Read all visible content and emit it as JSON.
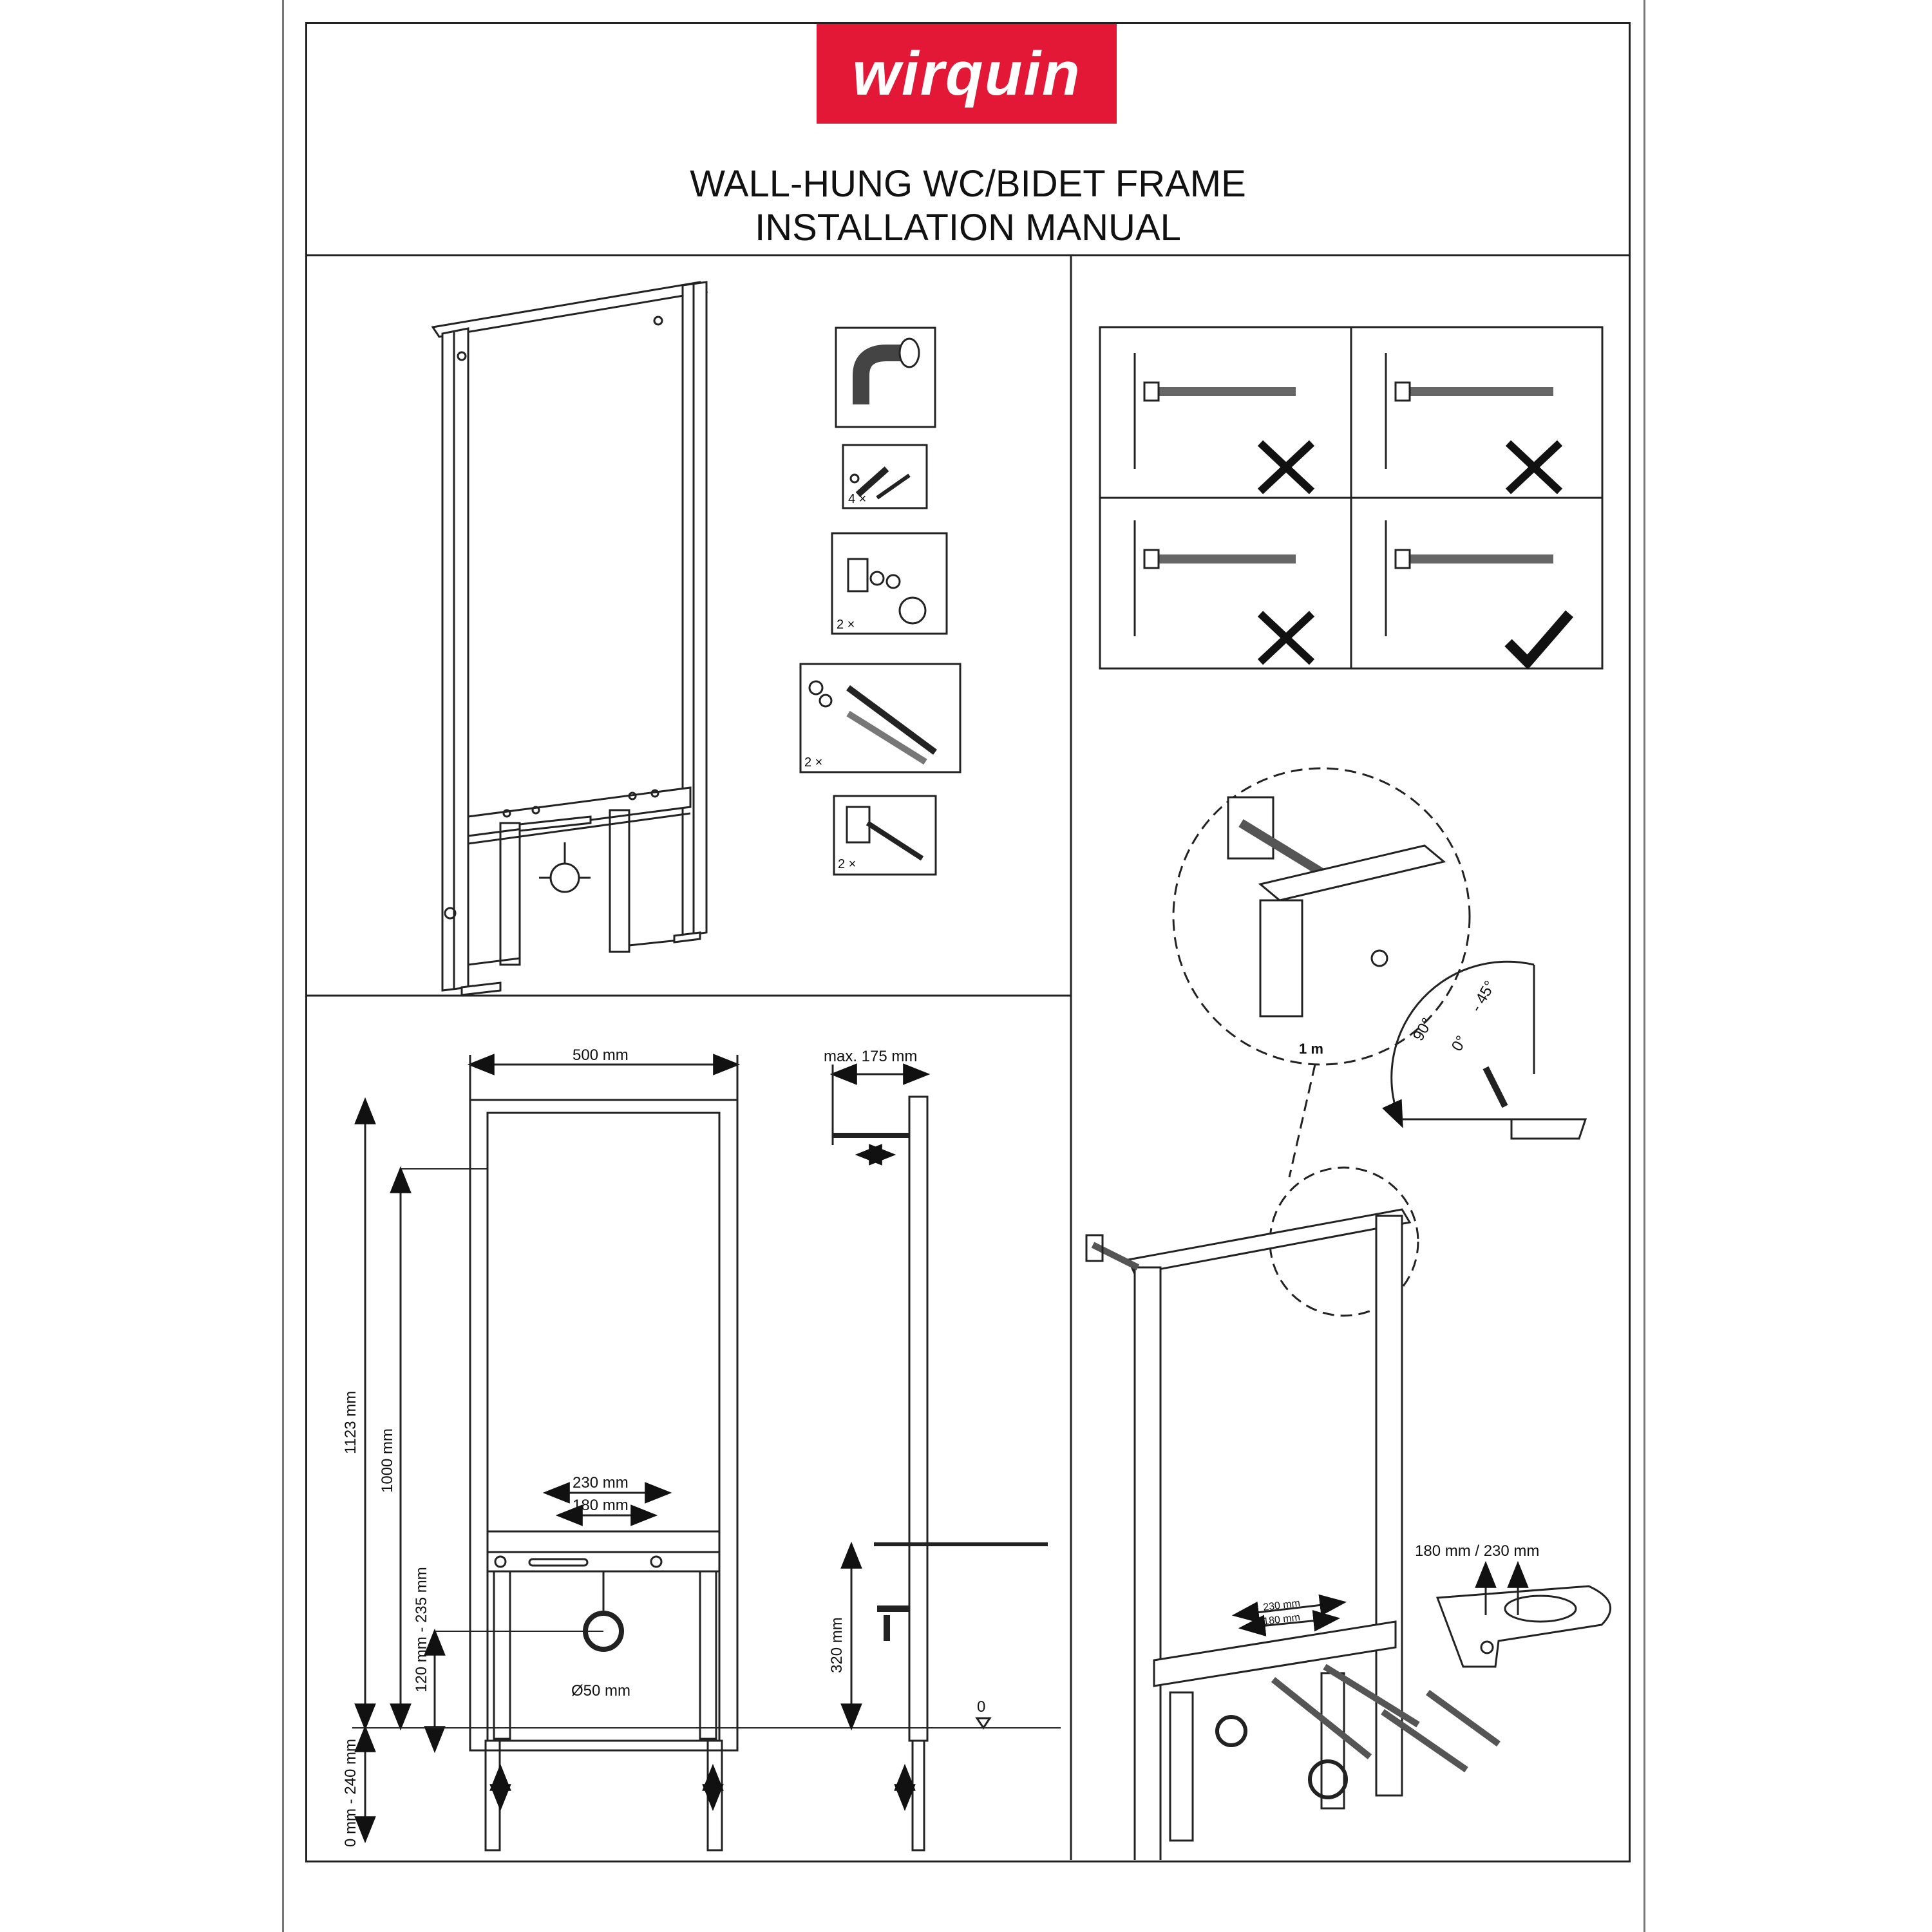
{
  "brand": {
    "name": "wirquin",
    "color": "#e31837"
  },
  "document": {
    "title_line1": "WALL-HUNG WC/BIDET FRAME",
    "title_line2": "INSTALLATION MANUAL"
  },
  "parts": {
    "screws_qty": "4 ×",
    "bracket_qty": "2 ×",
    "rods_qty": "2 ×",
    "bolts_qty": "2 ×"
  },
  "dimensions": {
    "width": "500 mm",
    "depth": "max. 175 mm",
    "total_height": "1123 mm",
    "fixing_height": "1000 mm",
    "rod_height": "120 mm - 235 mm",
    "spacing_wide": "230 mm",
    "spacing_narrow": "180 mm",
    "drain_dia": "Ø50 mm",
    "foot_adjust": "0 mm - 240 mm",
    "drain_height": "320 mm",
    "floor_level": "0",
    "mark_1m": "1 m"
  },
  "angles": {
    "right_angle": "90°",
    "range_a": "0°",
    "range_b": "- 45°"
  },
  "install": {
    "bowl_spacing": "180 mm / 230 mm",
    "small_230": "230 mm",
    "small_180": "180 mm"
  },
  "icons": [
    "elbow-fitting-icon",
    "anchor-screw-icon",
    "bracket-fitting-icon",
    "threaded-rod-icon",
    "mounting-bolt-icon",
    "cross-mark-icon",
    "check-mark-icon"
  ]
}
